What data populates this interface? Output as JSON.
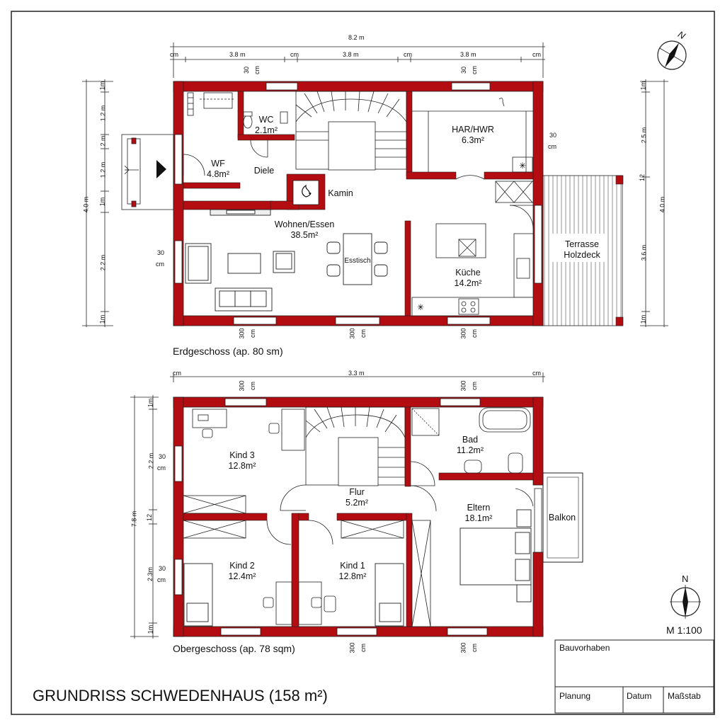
{
  "title": "GRUNDRISS SCHWEDENHAUS (158 m²)",
  "scale": "M 1:100",
  "north_label_top": "N",
  "north_label_bottom": "N",
  "colors": {
    "wall": "#b30d12",
    "line": "#222222",
    "paper": "#ffffff"
  },
  "ground_floor": {
    "caption": "Erdgeschoss (ap. 80 sm)",
    "dims": {
      "total": "8.2 m",
      "segments": [
        "cm",
        "3.8 m",
        "cm",
        "3.8 m",
        "cm",
        "3.8 m",
        "cm"
      ],
      "window_tags": [
        "30",
        "cm"
      ],
      "bottom_tag": [
        "300",
        "cm"
      ],
      "left_total": "4.0 m",
      "left_segments": [
        "1m",
        "1.2 m",
        "2 m",
        "1.2 m",
        "1m",
        "2.2 m",
        "1m"
      ],
      "left_window": [
        "30",
        "cm"
      ],
      "right_segments": [
        "1m",
        "2.5 m",
        "12",
        "3.6 m",
        "1m"
      ],
      "right_total": "4.0 m",
      "right_window": [
        "30",
        "cm"
      ]
    },
    "rooms": {
      "wc": {
        "name": "WC",
        "area": "2.1m²"
      },
      "wf": {
        "name": "WF",
        "area": "4.8m²"
      },
      "diele": {
        "name": "Diele"
      },
      "har": {
        "name": "HAR/HWR",
        "area": "6.3m²"
      },
      "kamin": {
        "name": "Kamin"
      },
      "wohnen": {
        "name": "Wohnen/Essen",
        "area": "38.5m²"
      },
      "esstisch": {
        "name": "Esstisch"
      },
      "kueche": {
        "name": "Küche",
        "area": "14.2m²"
      },
      "terrasse": {
        "name": "Terrasse",
        "name2": "Holzdeck"
      }
    }
  },
  "upper_floor": {
    "caption": "Obergeschoss (ap. 78 sqm)",
    "dims": {
      "total": "3.3 m",
      "left_cm": "cm",
      "right_cm": "cm",
      "top_tags": [
        "300",
        "cm"
      ],
      "left_total": "7.8 m",
      "left_segments": [
        "1m",
        "2.2 m",
        "12",
        "2.3m",
        "1m"
      ],
      "left_windows": [
        "30",
        "cm"
      ]
    },
    "rooms": {
      "kind3": {
        "name": "Kind 3",
        "area": "12.8m²"
      },
      "bad": {
        "name": "Bad",
        "area": "11.2m²"
      },
      "flur": {
        "name": "Flur",
        "area": "5.2m²"
      },
      "eltern": {
        "name": "Eltern",
        "area": "18.1m²"
      },
      "balkon": {
        "name": "Balkon"
      },
      "kind2": {
        "name": "Kind 2",
        "area": "12.4m²"
      },
      "kind1": {
        "name": "Kind 1",
        "area": "12.8m²"
      }
    }
  },
  "title_block": {
    "project": "Bauvorhaben",
    "planning": "Planung",
    "date": "Datum",
    "scale_label": "Maßstab"
  }
}
